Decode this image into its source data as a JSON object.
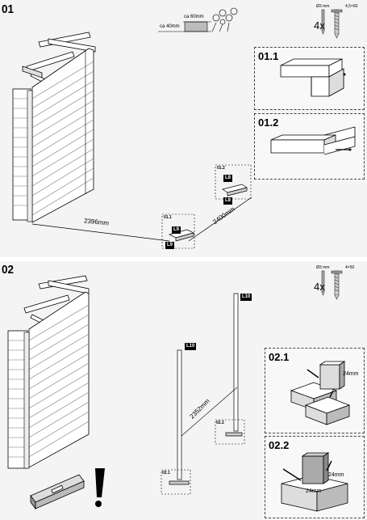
{
  "step1": {
    "number": "01",
    "ground_depth_1": "ca 60mm",
    "ground_depth_2": "ca 40mm",
    "fixing_spec_1": "Ø3 mm",
    "fixing_spec_2": "4,5×60",
    "quantity": "4x",
    "dimension_1": "2396mm",
    "dimension_2": "2400mm",
    "tag_l9": "L9",
    "tag_l9b": "L9",
    "tag_l8": "L8",
    "tag_l8b": "L8",
    "callout_a": "01.1",
    "callout_b": "01.2",
    "inset_1": "01.1",
    "inset_2": "01.2"
  },
  "step2": {
    "number": "02",
    "fixing_spec_1": "Ø3 mm",
    "fixing_spec_2": "4×50",
    "quantity": "4x",
    "dimension": "2352mm",
    "tag_l10a": "L10",
    "tag_l10b": "L10",
    "callout_a": "02.1",
    "callout_b": "02.2",
    "inset_1": "02.1",
    "inset_2": "02.2",
    "inset_1_dim": "24mm",
    "inset_2_dim_1": "24mm",
    "inset_2_dim_2": "24mm"
  }
}
